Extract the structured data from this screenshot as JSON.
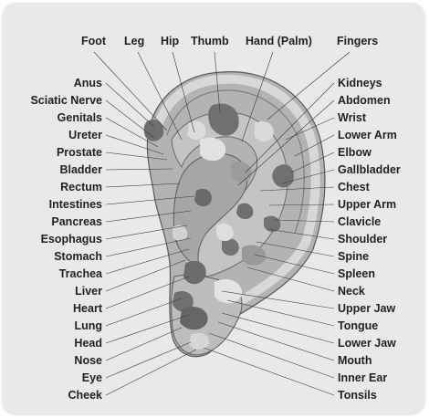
{
  "colors": {
    "background": "#e9e9e9",
    "ear_base": "#b3b3b3",
    "ear_light": "#cfcfcf",
    "ear_mid": "#9a9a9a",
    "ear_dark": "#707070",
    "ear_pale": "#dedede",
    "text": "#222222"
  },
  "top_labels": [
    {
      "id": "foot",
      "text": "Foot"
    },
    {
      "id": "leg",
      "text": "Leg"
    },
    {
      "id": "hip",
      "text": "Hip"
    },
    {
      "id": "thumb",
      "text": "Thumb"
    },
    {
      "id": "hand",
      "text": "Hand (Palm)"
    },
    {
      "id": "fingers",
      "text": "Fingers"
    }
  ],
  "left_labels": [
    {
      "id": "anus",
      "text": "Anus"
    },
    {
      "id": "sciatic-nerve",
      "text": "Sciatic Nerve"
    },
    {
      "id": "genitals",
      "text": "Genitals"
    },
    {
      "id": "ureter",
      "text": "Ureter"
    },
    {
      "id": "prostate",
      "text": "Prostate"
    },
    {
      "id": "bladder",
      "text": "Bladder"
    },
    {
      "id": "rectum",
      "text": "Rectum"
    },
    {
      "id": "intestines",
      "text": "Intestines"
    },
    {
      "id": "pancreas",
      "text": "Pancreas"
    },
    {
      "id": "esophagus",
      "text": "Esophagus"
    },
    {
      "id": "stomach",
      "text": "Stomach"
    },
    {
      "id": "trachea",
      "text": "Trachea"
    },
    {
      "id": "liver",
      "text": "Liver"
    },
    {
      "id": "heart",
      "text": "Heart"
    },
    {
      "id": "lung",
      "text": "Lung"
    },
    {
      "id": "head",
      "text": "Head"
    },
    {
      "id": "nose",
      "text": "Nose"
    },
    {
      "id": "eye",
      "text": "Eye"
    },
    {
      "id": "cheek",
      "text": "Cheek"
    }
  ],
  "right_labels": [
    {
      "id": "kidneys",
      "text": "Kidneys"
    },
    {
      "id": "abdomen",
      "text": "Abdomen"
    },
    {
      "id": "wrist",
      "text": "Wrist"
    },
    {
      "id": "lower-arm",
      "text": "Lower Arm"
    },
    {
      "id": "elbow",
      "text": "Elbow"
    },
    {
      "id": "gallbladder",
      "text": "Gallbladder"
    },
    {
      "id": "chest",
      "text": "Chest"
    },
    {
      "id": "upper-arm",
      "text": "Upper Arm"
    },
    {
      "id": "clavicle",
      "text": "Clavicle"
    },
    {
      "id": "shoulder",
      "text": "Shoulder"
    },
    {
      "id": "spine",
      "text": "Spine"
    },
    {
      "id": "spleen",
      "text": "Spleen"
    },
    {
      "id": "neck",
      "text": "Neck"
    },
    {
      "id": "upper-jaw",
      "text": "Upper Jaw"
    },
    {
      "id": "tongue",
      "text": "Tongue"
    },
    {
      "id": "lower-jaw",
      "text": "Lower Jaw"
    },
    {
      "id": "mouth",
      "text": "Mouth"
    },
    {
      "id": "inner-ear",
      "text": "Inner Ear"
    },
    {
      "id": "tonsils",
      "text": "Tonsils"
    }
  ]
}
